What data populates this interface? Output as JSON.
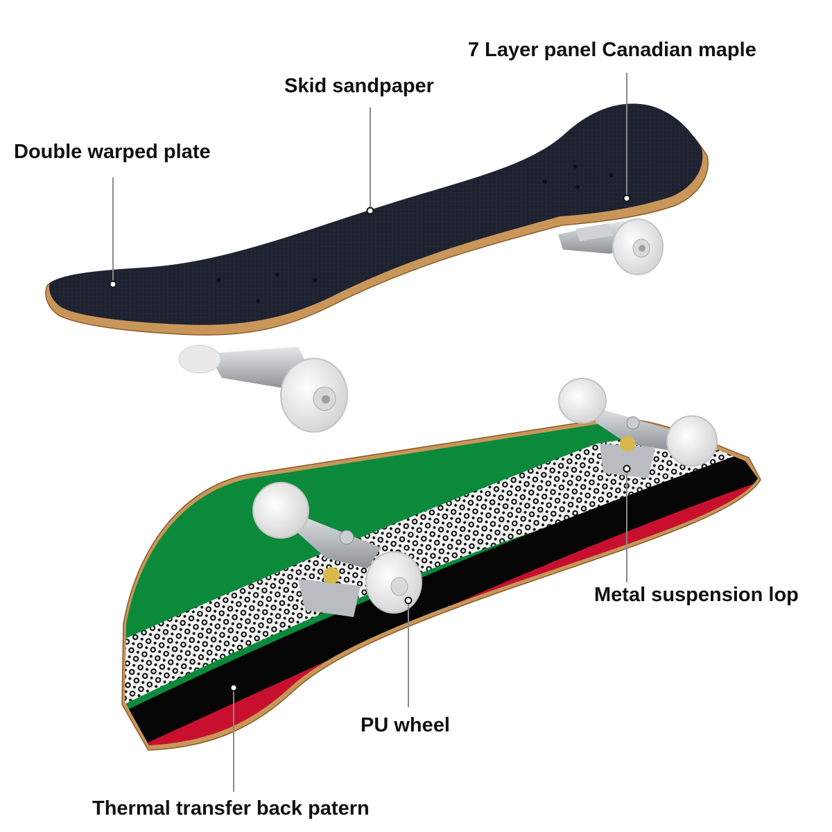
{
  "labels": {
    "maple": "7 Layer panel Canadian maple",
    "skid": "Skid sandpaper",
    "warped": "Double warped plate",
    "metal": "Metal suspension lop",
    "wheel": "PU wheel",
    "thermal": "Thermal transfer back patern"
  },
  "colors": {
    "grip": "#1e2230",
    "wood_edge": "#c9965a",
    "green": "#0b8a3b",
    "black": "#050505",
    "red": "#c8102e",
    "wheel": "#f2f2f2",
    "truck": "#b8bcc0",
    "leader": "#8a8a8a"
  }
}
